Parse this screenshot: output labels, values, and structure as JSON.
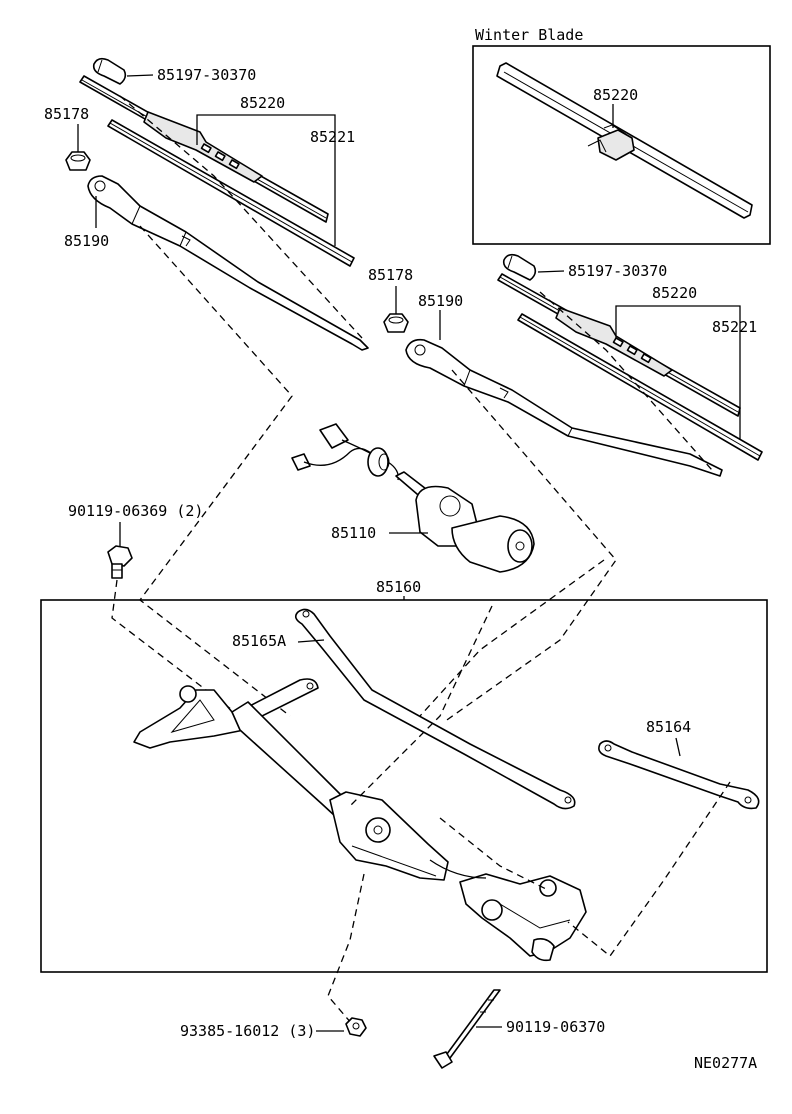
{
  "winter_box": {
    "title": "Winter Blade",
    "blade_label": "85220"
  },
  "left_wiper": {
    "cap": "85197-30370",
    "blade": "85220",
    "refill": "85221",
    "nut": "85178",
    "arm": "85190"
  },
  "right_wiper": {
    "cap": "85197-30370",
    "blade": "85220",
    "refill": "85221",
    "nut": "85178",
    "arm": "85190"
  },
  "motor": {
    "label": "85110"
  },
  "bolt_top": {
    "label": "90119-06369 (2)"
  },
  "linkage_assy": {
    "label": "85160"
  },
  "link_rod_1": {
    "label": "85165A"
  },
  "link_rod_2": {
    "label": "85164"
  },
  "nut_bottom": {
    "label": "93385-16012 (3)"
  },
  "bolt_bottom": {
    "label": "90119-06370"
  },
  "drawing_code": "NE0277A"
}
